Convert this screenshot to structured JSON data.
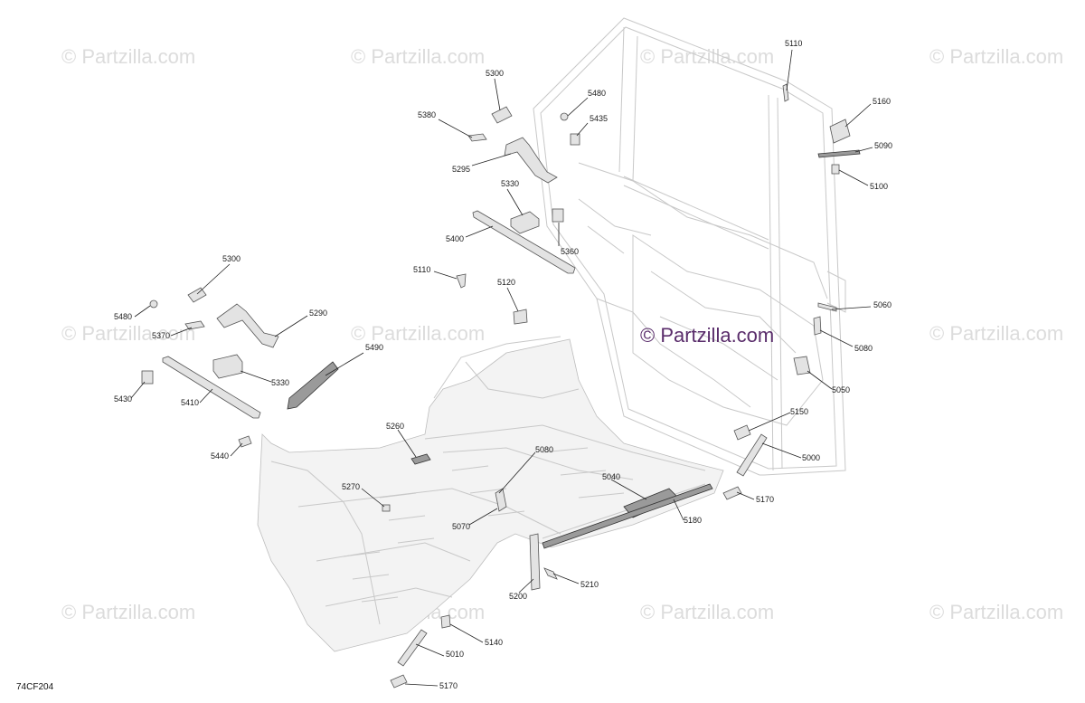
{
  "watermark": {
    "text": "© Partzilla.com",
    "center_text": "© Partzilla.com",
    "center_color": "#5a2d6b"
  },
  "diagram_code": "74CF204",
  "callouts": [
    {
      "id": "5110",
      "label": "5110"
    },
    {
      "id": "5160",
      "label": "5160"
    },
    {
      "id": "5090",
      "label": "5090"
    },
    {
      "id": "5100",
      "label": "5100"
    },
    {
      "id": "5300a",
      "label": "5300"
    },
    {
      "id": "5480a",
      "label": "5480"
    },
    {
      "id": "5435",
      "label": "5435"
    },
    {
      "id": "5380",
      "label": "5380"
    },
    {
      "id": "5295",
      "label": "5295"
    },
    {
      "id": "5330a",
      "label": "5330"
    },
    {
      "id": "5400",
      "label": "5400"
    },
    {
      "id": "5360",
      "label": "5360"
    },
    {
      "id": "5110b",
      "label": "5110"
    },
    {
      "id": "5120",
      "label": "5120"
    },
    {
      "id": "5060",
      "label": "5060"
    },
    {
      "id": "5080a",
      "label": "5080"
    },
    {
      "id": "5050",
      "label": "5050"
    },
    {
      "id": "5300b",
      "label": "5300"
    },
    {
      "id": "5480b",
      "label": "5480"
    },
    {
      "id": "5370",
      "label": "5370"
    },
    {
      "id": "5290",
      "label": "5290"
    },
    {
      "id": "5490",
      "label": "5490"
    },
    {
      "id": "5330b",
      "label": "5330"
    },
    {
      "id": "5430",
      "label": "5430"
    },
    {
      "id": "5410",
      "label": "5410"
    },
    {
      "id": "5440",
      "label": "5440"
    },
    {
      "id": "5260",
      "label": "5260"
    },
    {
      "id": "5080b",
      "label": "5080"
    },
    {
      "id": "5150",
      "label": "5150"
    },
    {
      "id": "5000",
      "label": "5000"
    },
    {
      "id": "5040",
      "label": "5040"
    },
    {
      "id": "5170a",
      "label": "5170"
    },
    {
      "id": "5270",
      "label": "5270"
    },
    {
      "id": "5070",
      "label": "5070"
    },
    {
      "id": "5180",
      "label": "5180"
    },
    {
      "id": "5210",
      "label": "5210"
    },
    {
      "id": "5200",
      "label": "5200"
    },
    {
      "id": "5140",
      "label": "5140"
    },
    {
      "id": "5010",
      "label": "5010"
    },
    {
      "id": "5170b",
      "label": "5170"
    }
  ]
}
